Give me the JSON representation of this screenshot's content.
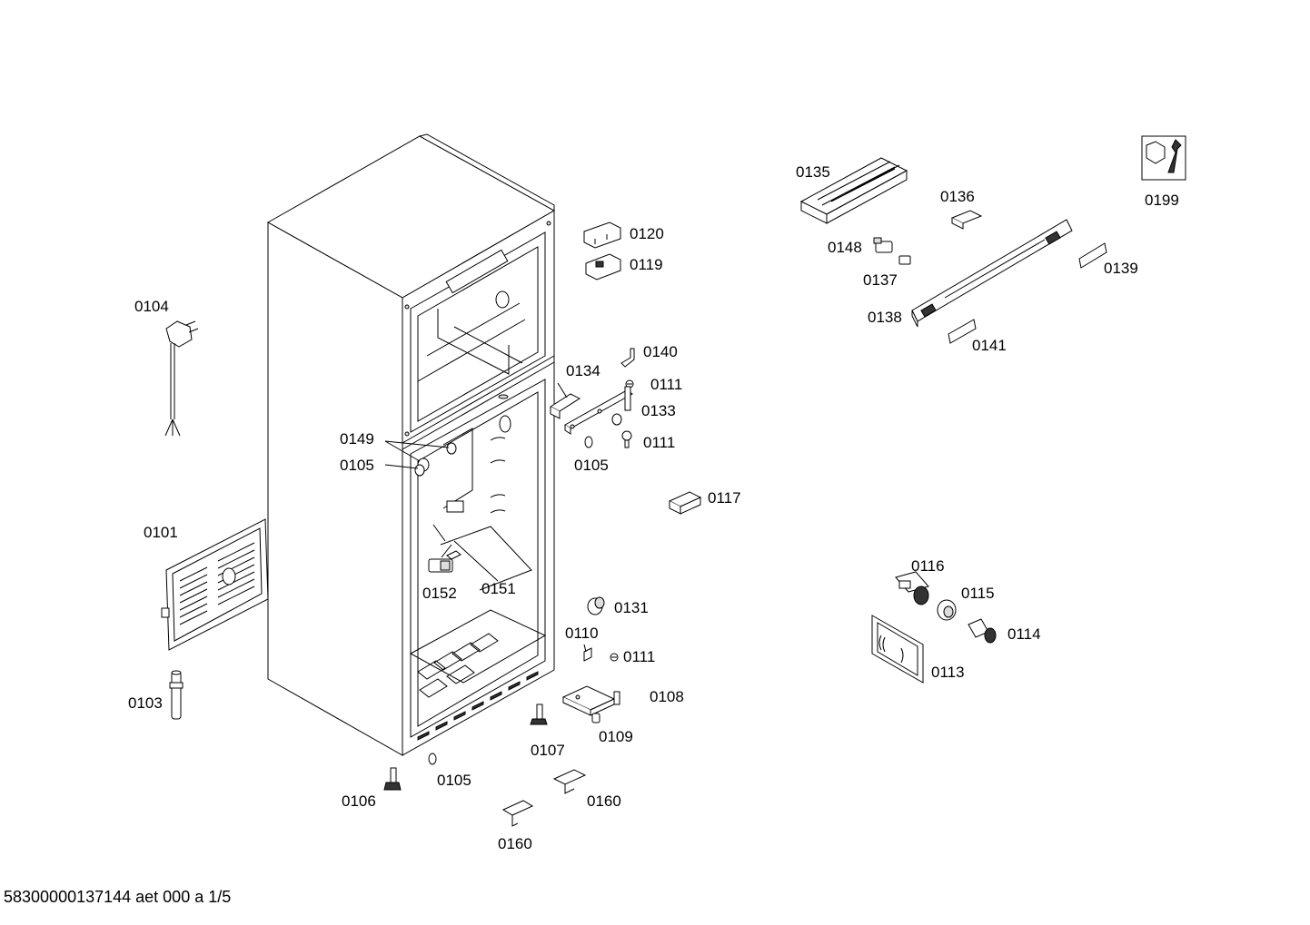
{
  "footer": "58300000137144 aet 000 a 1/5",
  "labels": {
    "p0101": "0101",
    "p0103": "0103",
    "p0104": "0104",
    "p0105a": "0105",
    "p0105b": "0105",
    "p0105c": "0105",
    "p0106": "0106",
    "p0107": "0107",
    "p0108": "0108",
    "p0109": "0109",
    "p0110": "0110",
    "p0111a": "0111",
    "p0111b": "0111",
    "p0111c": "0111",
    "p0113": "0113",
    "p0114": "0114",
    "p0115": "0115",
    "p0116": "0116",
    "p0117": "0117",
    "p0119": "0119",
    "p0120": "0120",
    "p0131": "0131",
    "p0133": "0133",
    "p0134": "0134",
    "p0135": "0135",
    "p0136": "0136",
    "p0137": "0137",
    "p0138": "0138",
    "p0139": "0139",
    "p0140": "0140",
    "p0141": "0141",
    "p0148": "0148",
    "p0149": "0149",
    "p0151": "0151",
    "p0152": "0152",
    "p0160a": "0160",
    "p0160b": "0160",
    "p0199": "0199"
  }
}
